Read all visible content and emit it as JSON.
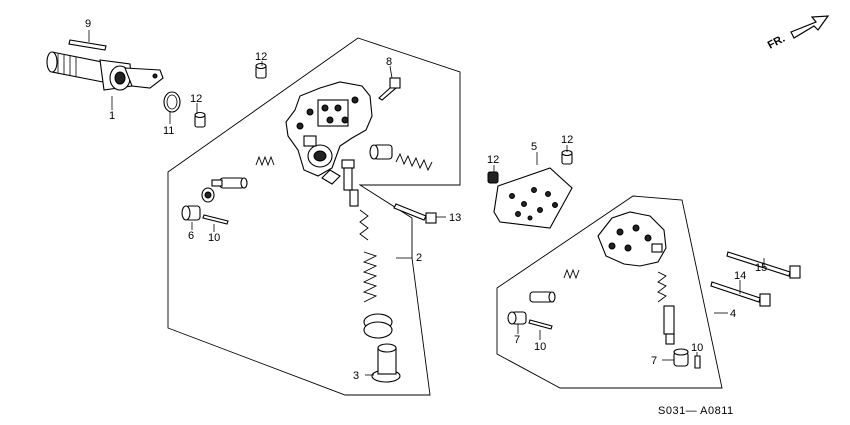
{
  "diagram": {
    "direction_label": "FR.",
    "image_code": "S031— A0811",
    "callouts": [
      "9",
      "1",
      "11",
      "12",
      "12",
      "8",
      "6",
      "10",
      "13",
      "2",
      "3",
      "5",
      "12",
      "12",
      "15",
      "14",
      "4",
      "7",
      "10",
      "7",
      "10"
    ]
  }
}
